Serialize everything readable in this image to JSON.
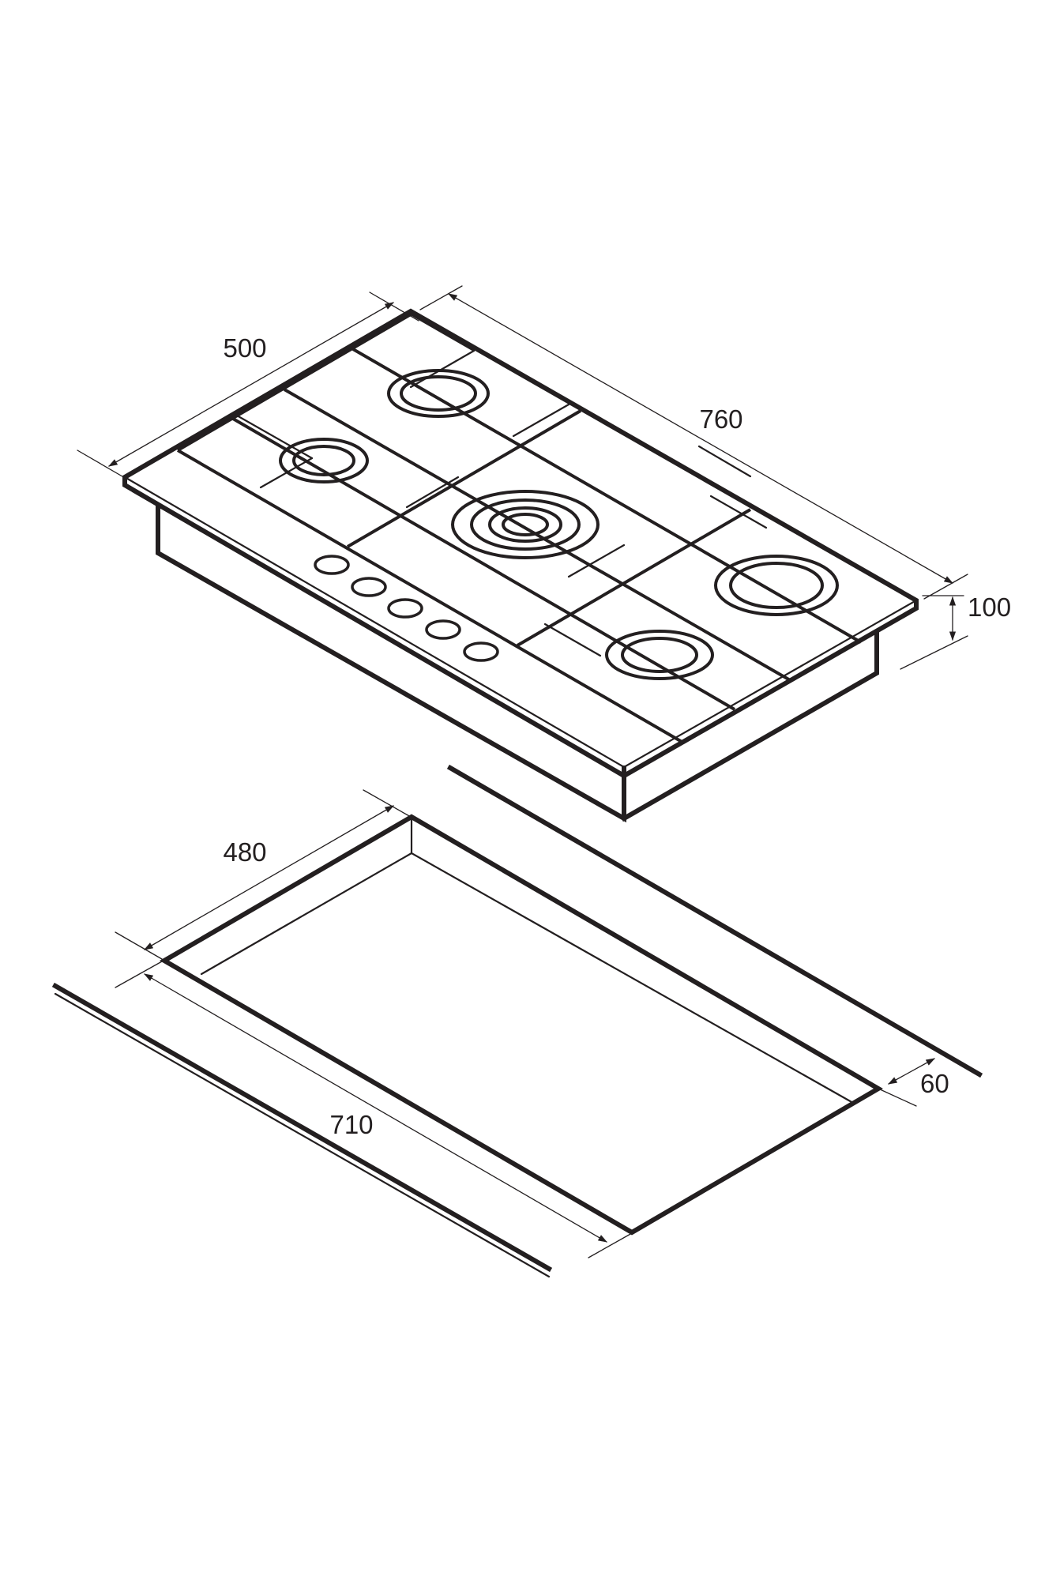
{
  "dimensions": {
    "hob_depth": "500",
    "hob_width": "760",
    "hob_height": "100",
    "cutout_depth": "480",
    "cutout_width": "710",
    "worktop_margin": "60"
  },
  "colors": {
    "line": "#231f20",
    "background": "#ffffff"
  }
}
